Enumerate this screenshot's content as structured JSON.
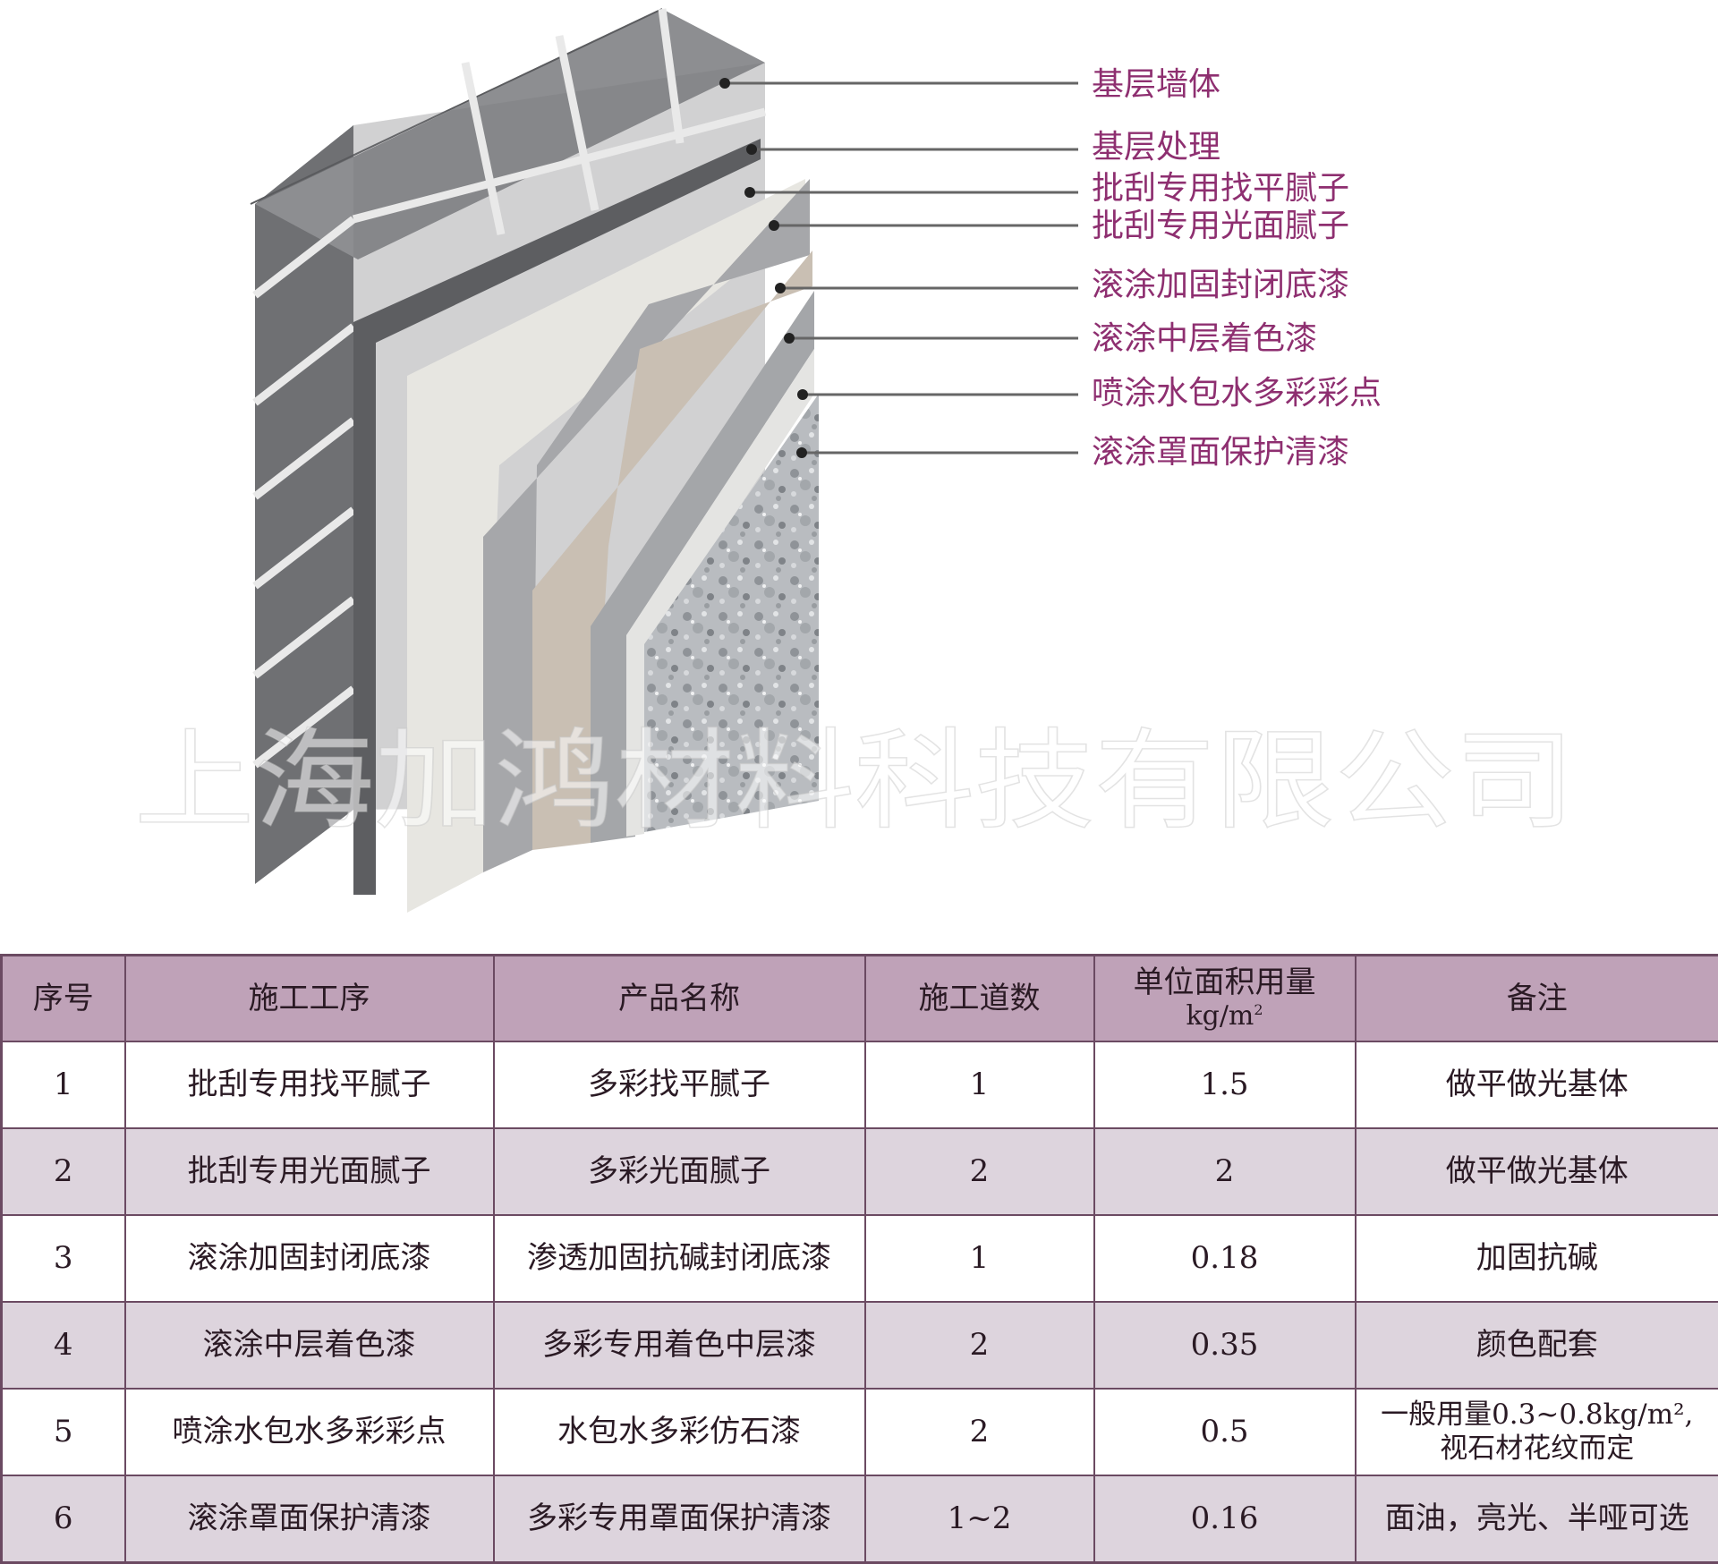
{
  "callouts": [
    {
      "label": "基层墙体"
    },
    {
      "label": "基层处理"
    },
    {
      "label": "批刮专用找平腻子"
    },
    {
      "label": "批刮专用光面腻子"
    },
    {
      "label": "滚涂加固封闭底漆"
    },
    {
      "label": "滚涂中层着色漆"
    },
    {
      "label": "喷涂水包水多彩彩点"
    },
    {
      "label": "滚涂罩面保护清漆"
    }
  ],
  "watermark": "上海加鸿材料科技有限公司",
  "colors": {
    "label_text": "#8e2f70",
    "header_bg": "#bfa2b8",
    "row_alt_bg": "#ddd4dd",
    "table_border": "#6b4a62"
  },
  "table": {
    "headers": {
      "seq": "序号",
      "process": "施工工序",
      "product": "产品名称",
      "passes": "施工道数",
      "usage": "单位面积用量",
      "usage_unit": "kg/m",
      "usage_unit_sup": "2",
      "note": "备注"
    },
    "rows": [
      {
        "seq": "1",
        "process": "批刮专用找平腻子",
        "product": "多彩找平腻子",
        "passes": "1",
        "usage": "1.5",
        "note": "做平做光基体"
      },
      {
        "seq": "2",
        "process": "批刮专用光面腻子",
        "product": "多彩光面腻子",
        "passes": "2",
        "usage": "2",
        "note": "做平做光基体"
      },
      {
        "seq": "3",
        "process": "滚涂加固封闭底漆",
        "product": "渗透加固抗碱封闭底漆",
        "passes": "1",
        "usage": "0.18",
        "note": "加固抗碱"
      },
      {
        "seq": "4",
        "process": "滚涂中层着色漆",
        "product": "多彩专用着色中层漆",
        "passes": "2",
        "usage": "0.35",
        "note": "颜色配套"
      },
      {
        "seq": "5",
        "process": "喷涂水包水多彩彩点",
        "product": "水包水多彩仿石漆",
        "passes": "2",
        "usage": "0.5",
        "note_line1": "一般用量0.3~0.8kg/m²,",
        "note_line2": "视石材花纹而定"
      },
      {
        "seq": "6",
        "process": "滚涂罩面保护清漆",
        "product": "多彩专用罩面保护清漆",
        "passes": "1~2",
        "usage": "0.16",
        "note": "面油，亮光、半哑可选"
      }
    ]
  }
}
